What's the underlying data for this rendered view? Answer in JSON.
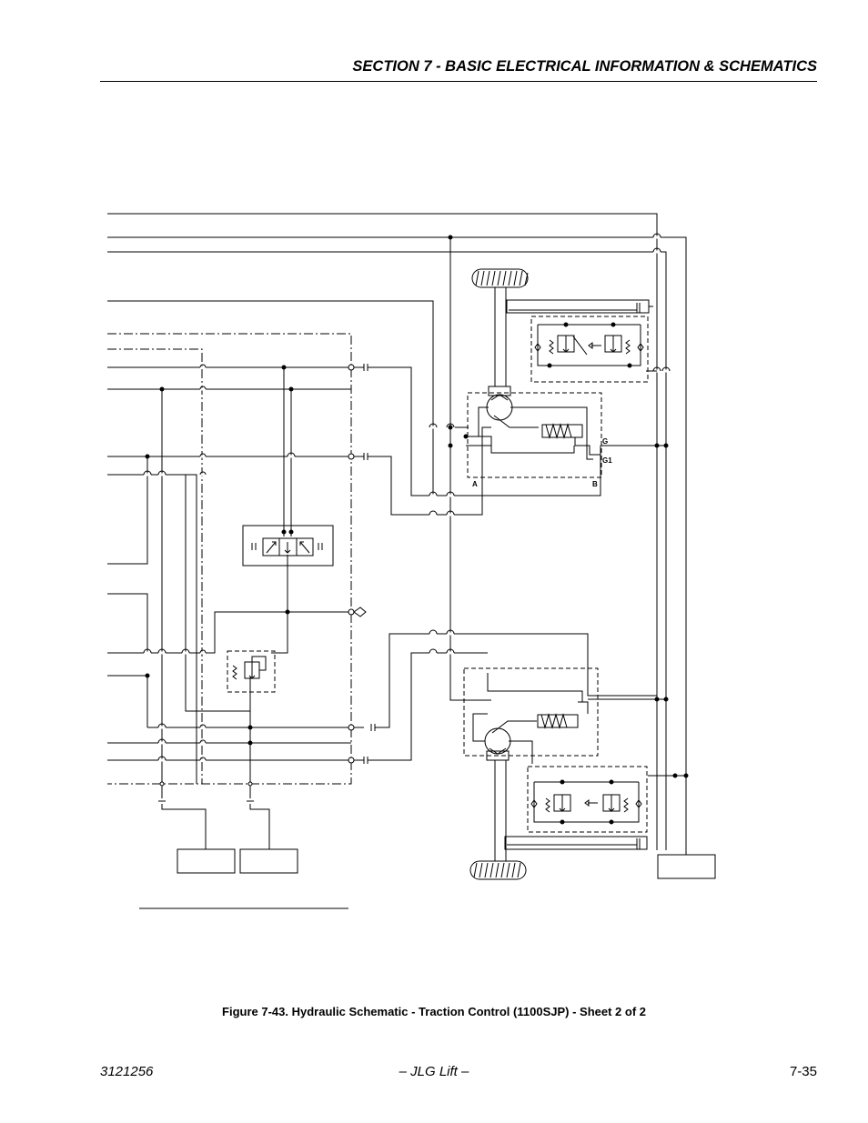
{
  "header": {
    "section_title": "SECTION 7 - BASIC ELECTRICAL INFORMATION & SCHEMATICS"
  },
  "schematic": {
    "port_labels": {
      "a": "A",
      "b": "B",
      "g": "G",
      "g1": "G1"
    }
  },
  "figure": {
    "caption": "Figure 7-43.  Hydraulic Schematic - Traction Control (1100SJP) - Sheet 2 of 2"
  },
  "footer": {
    "doc_number": "3121256",
    "brand": "– JLG Lift –",
    "page_number": "7-35"
  }
}
